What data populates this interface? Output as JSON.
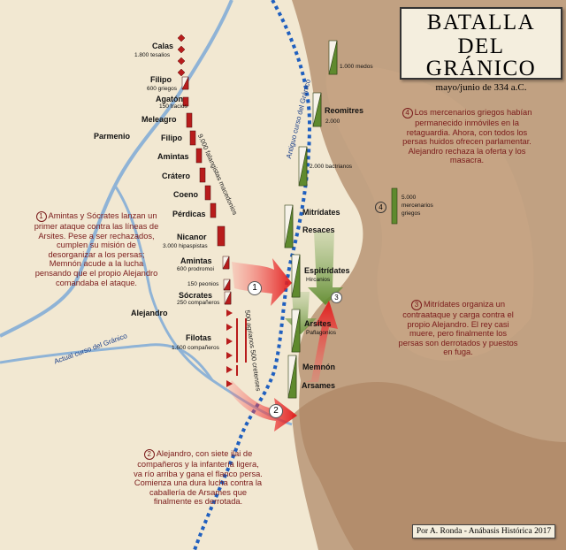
{
  "title": {
    "line1": "BATALLA DEL",
    "line2": "GRÁNICO",
    "date": "mayo/junio de 334 a.C."
  },
  "credit": "Por A. Ronda - Anábasis Histórica 2017",
  "macedonian_units": [
    {
      "name": "Calas",
      "detail": "1.800 tesalios"
    },
    {
      "name": "Filipo",
      "detail": "600 griegos"
    },
    {
      "name": "Agatón",
      "detail": "150 tracios"
    },
    {
      "name": "Meleagro",
      "detail": ""
    },
    {
      "name": "Parmenio",
      "detail": ""
    },
    {
      "name": "Filipo",
      "detail": ""
    },
    {
      "name": "Amintas",
      "detail": ""
    },
    {
      "name": "Crátero",
      "detail": ""
    },
    {
      "name": "Coeno",
      "detail": ""
    },
    {
      "name": "Pérdicas",
      "detail": ""
    },
    {
      "name": "Nicanor",
      "detail": "3.000 hipaspistas"
    },
    {
      "name": "Amintas",
      "detail": "600 prodromoi"
    },
    {
      "name": "",
      "detail": "150 peonios"
    },
    {
      "name": "Sócrates",
      "detail": "250 compañeros"
    },
    {
      "name": "Alejandro",
      "detail": ""
    },
    {
      "name": "Filotas",
      "detail": "1.600 compañeros"
    }
  ],
  "persian_units": [
    {
      "name": "",
      "detail": "1.000 medos"
    },
    {
      "name": "Reomitres",
      "detail": "2.000"
    },
    {
      "name": "",
      "detail": "2.000 bactrianos"
    },
    {
      "name": "Mitrídates",
      "detail": ""
    },
    {
      "name": "Resaces",
      "detail": ""
    },
    {
      "name": "Espitrídates",
      "detail": "Hircanios"
    },
    {
      "name": "Arsites",
      "detail": "Paflagonios"
    },
    {
      "name": "Memnón",
      "detail": ""
    },
    {
      "name": "Arsames",
      "detail": ""
    }
  ],
  "mercenaries": {
    "number": "4",
    "line1": "5.000",
    "line2": "mercenarios",
    "line3": "griegos"
  },
  "phalanx_label": "9.000 falangistas macedonios",
  "cretan_label": "500 agrianos  500 cretenses",
  "river_labels": {
    "old_course": "Antiguo curso del Gránico",
    "current_course": "Actual curso del Gránico"
  },
  "circle_numbers": [
    "1",
    "2",
    "3"
  ],
  "notes": [
    {
      "number": "1",
      "text": "Amintas y Sócrates lanzan un primer ataque contra las líneas de Arsites. Pese a ser rechazados, cumplen su misión de desorganizar a los persas; Memnón acude a la lucha pensando que el propio Alejandro comandaba el ataque."
    },
    {
      "number": "2",
      "text": "Alejandro, con siete ilai de compañeros y la infantería ligera, va río arriba y gana el flanco persa. Comienza una dura lucha contra la caballería de Arsames que finalmente es derrotada."
    },
    {
      "number": "3",
      "text": "Mitrídates organiza un contraataque y carga contra el propio Alejandro. El rey casi muere, pero finalmente los persas son derrotados y puestos en fuga."
    },
    {
      "number": "4",
      "text": "Los mercenarios griegos habían permanecido inmóviles en la retaguardia. Ahora, con todos los persas huidos ofrecen parlamentar. Alejandro rechaza la oferta y los masacra."
    }
  ],
  "colors": {
    "macedonian": "#b81c1c",
    "persian": "#5f8a2e",
    "river": "#8fb3d6",
    "old_course": "#1f5fbf",
    "terrain": "#b58d68",
    "note_text": "#7a1a1a"
  }
}
